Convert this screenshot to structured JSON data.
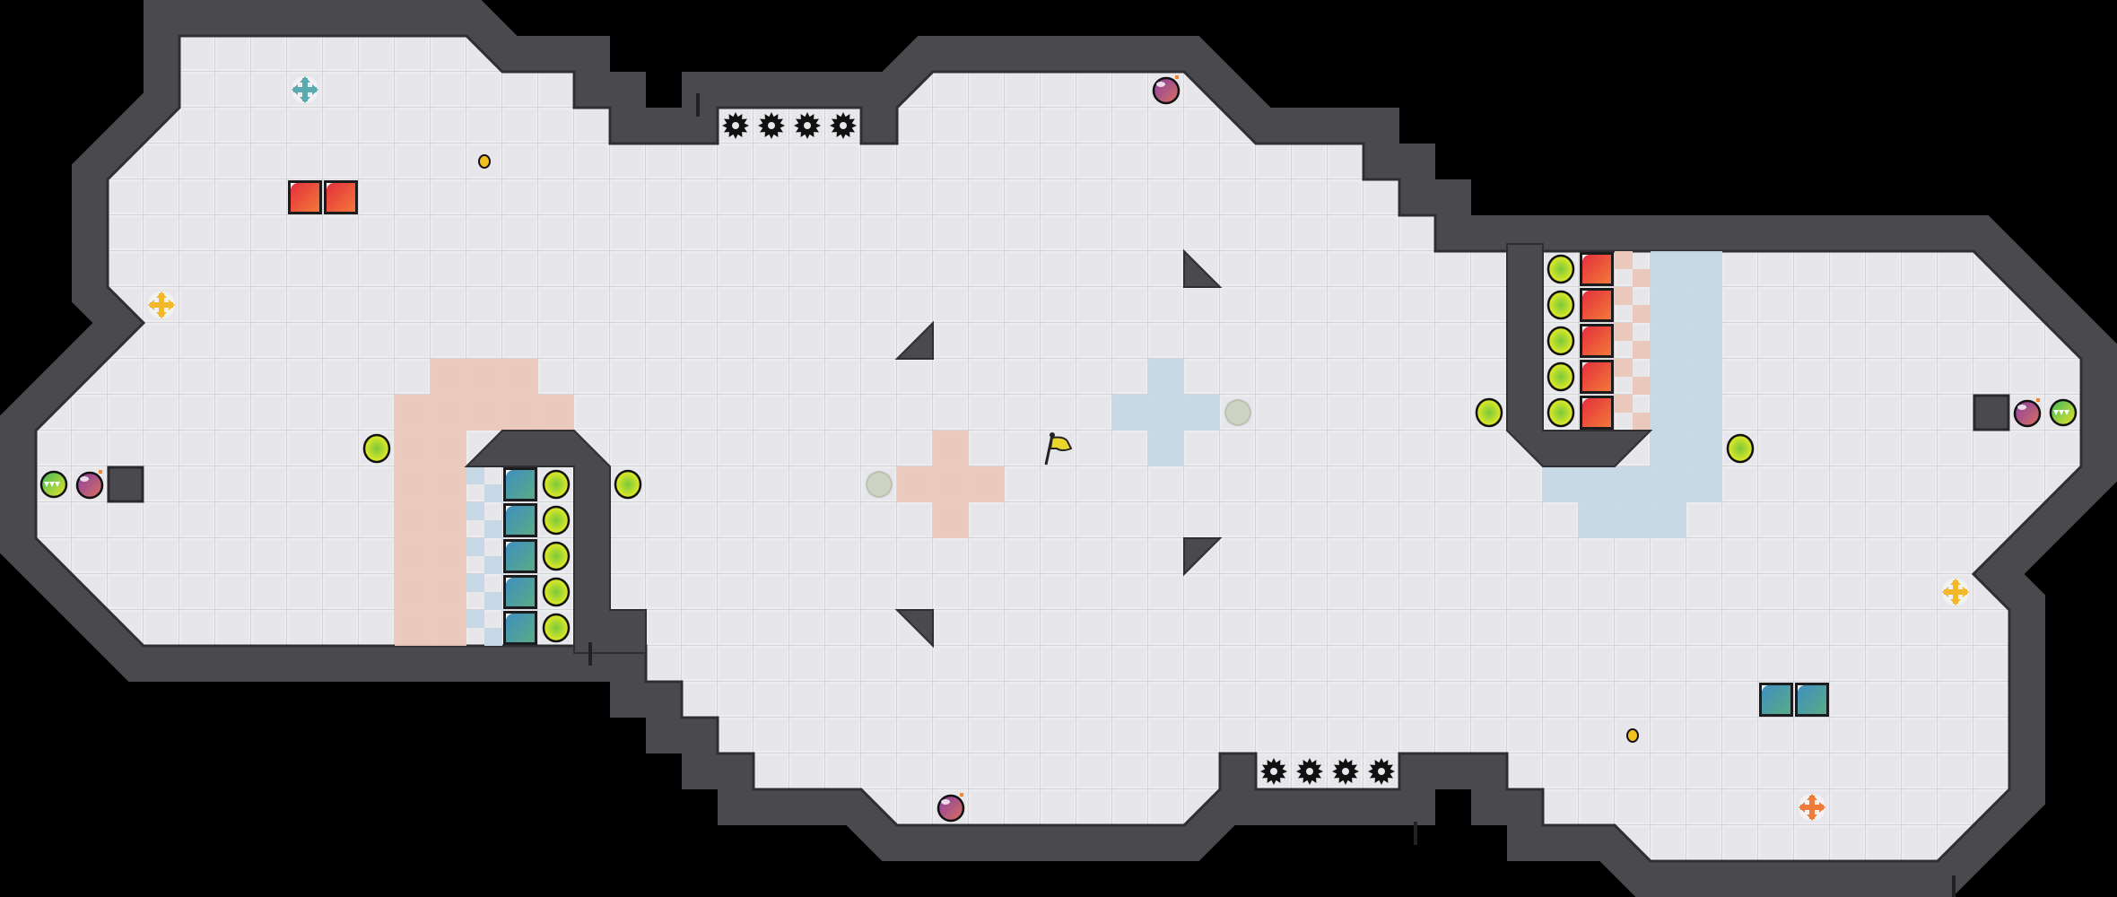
{
  "level": {
    "grid_columns": 59,
    "grid_rows": 25
  },
  "colors": {
    "background": "#000000",
    "wall": "#4a494e",
    "wall_edge": "#2f2e33",
    "floor": "#e7e7eb",
    "floor_line": "#d3d3d8",
    "pink_zone": "#ebc8bc",
    "blue_zone": "#c6d8e6",
    "red_block": "#e8443e",
    "teal_block": "#4a9aa8",
    "yellow_ball": "#d8e620",
    "grey_ball": "#cdd3c2",
    "purple_bomb": "#9a4c8a",
    "green_ball": "#7ccc3a",
    "flag": "#e8d62a"
  },
  "entities": {
    "icons": [
      "flag-icon",
      "spike-icon",
      "bomb-icon",
      "yellow-ball-icon",
      "grey-ball-icon",
      "green-ball-icon",
      "red-block-icon",
      "teal-block-icon",
      "move-cross-icon",
      "coin-icon",
      "wall-block-icon"
    ],
    "counts": {
      "spikes": 8,
      "red_blocks": 7,
      "teal_blocks": 7,
      "yellow_balls": 14,
      "bombs": 4,
      "coins": 2,
      "move_crosses": 4
    }
  }
}
